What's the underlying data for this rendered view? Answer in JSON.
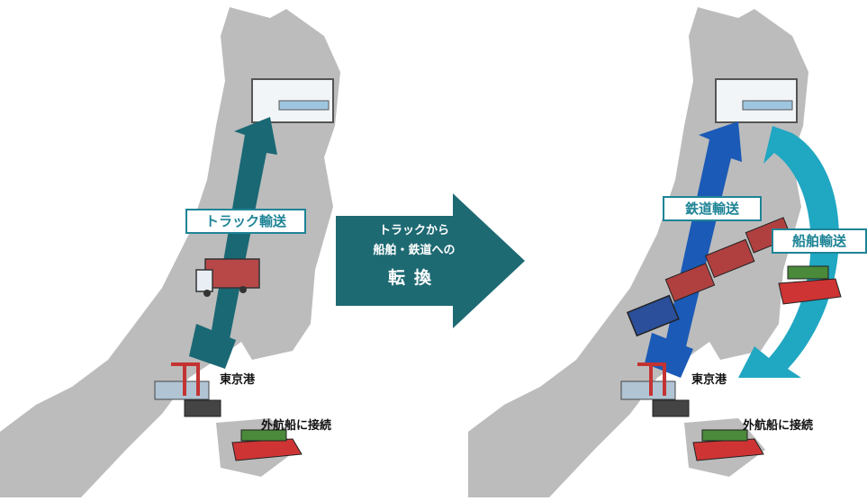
{
  "left": {
    "route_label": "トラック輸送",
    "port_label": "東京港",
    "overseas_label": "外航船に接続"
  },
  "center": {
    "line1": "トラックから",
    "line2": "船舶・鉄道への",
    "line3": "転換"
  },
  "right": {
    "rail_label": "鉄道輸送",
    "ship_label": "船舶輸送",
    "port_label": "東京港",
    "overseas_label": "外航船に接続"
  },
  "colors": {
    "land": "#bcbcbc",
    "truck_arrow": "#1a6874",
    "center_arrow": "#1e6a73",
    "rail_arrow": "#1b5ab6",
    "ship_arrow": "#20a7c2",
    "label_border": "#1e8496"
  }
}
